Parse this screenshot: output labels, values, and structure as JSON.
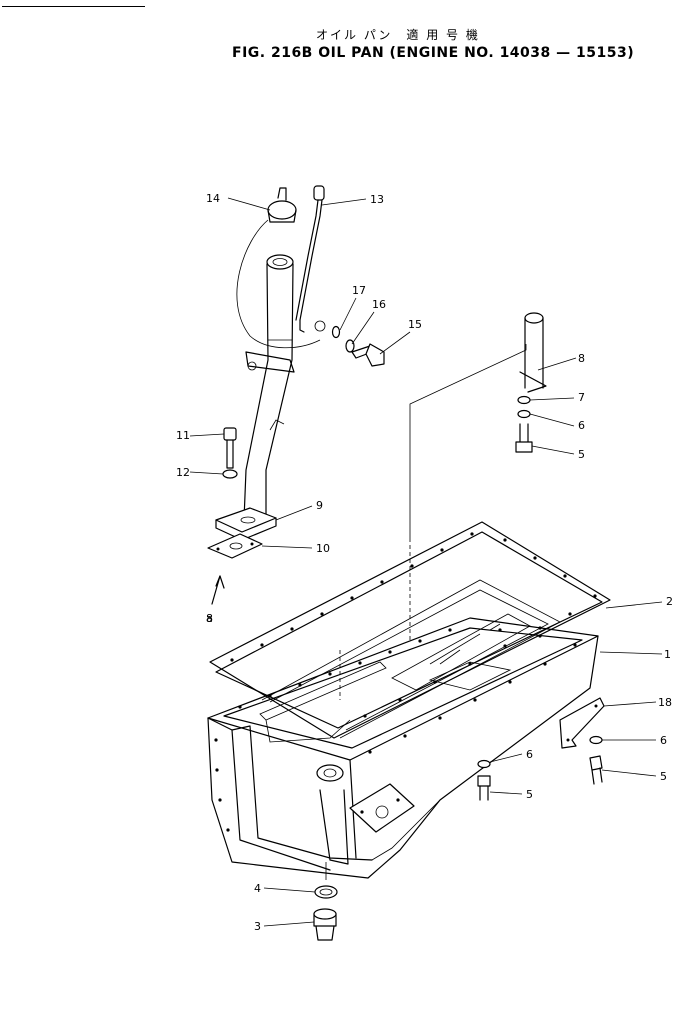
{
  "header": {
    "subtitle_jp": "オイル パン　適 用 号 機",
    "title": "FIG. 216B  OIL  PAN  (ENGINE  NO.  14038 — 15153)"
  },
  "callouts": [
    {
      "id": "c14",
      "label": "14"
    },
    {
      "id": "c13",
      "label": "13"
    },
    {
      "id": "c17",
      "label": "17"
    },
    {
      "id": "c16",
      "label": "16"
    },
    {
      "id": "c15",
      "label": "15"
    },
    {
      "id": "c8a",
      "label": "8"
    },
    {
      "id": "c7",
      "label": "7"
    },
    {
      "id": "c6a",
      "label": "6"
    },
    {
      "id": "c5a",
      "label": "5"
    },
    {
      "id": "c11",
      "label": "11"
    },
    {
      "id": "c12",
      "label": "12"
    },
    {
      "id": "c9",
      "label": "9"
    },
    {
      "id": "c10",
      "label": "10"
    },
    {
      "id": "c8b",
      "label": "8"
    },
    {
      "id": "c2",
      "label": "2"
    },
    {
      "id": "c1",
      "label": "1"
    },
    {
      "id": "c18",
      "label": "18"
    },
    {
      "id": "c6b",
      "label": "6"
    },
    {
      "id": "c6c",
      "label": "6"
    },
    {
      "id": "c5b",
      "label": "5"
    },
    {
      "id": "c5c",
      "label": "5"
    },
    {
      "id": "c4",
      "label": "4"
    },
    {
      "id": "c3",
      "label": "3"
    }
  ]
}
